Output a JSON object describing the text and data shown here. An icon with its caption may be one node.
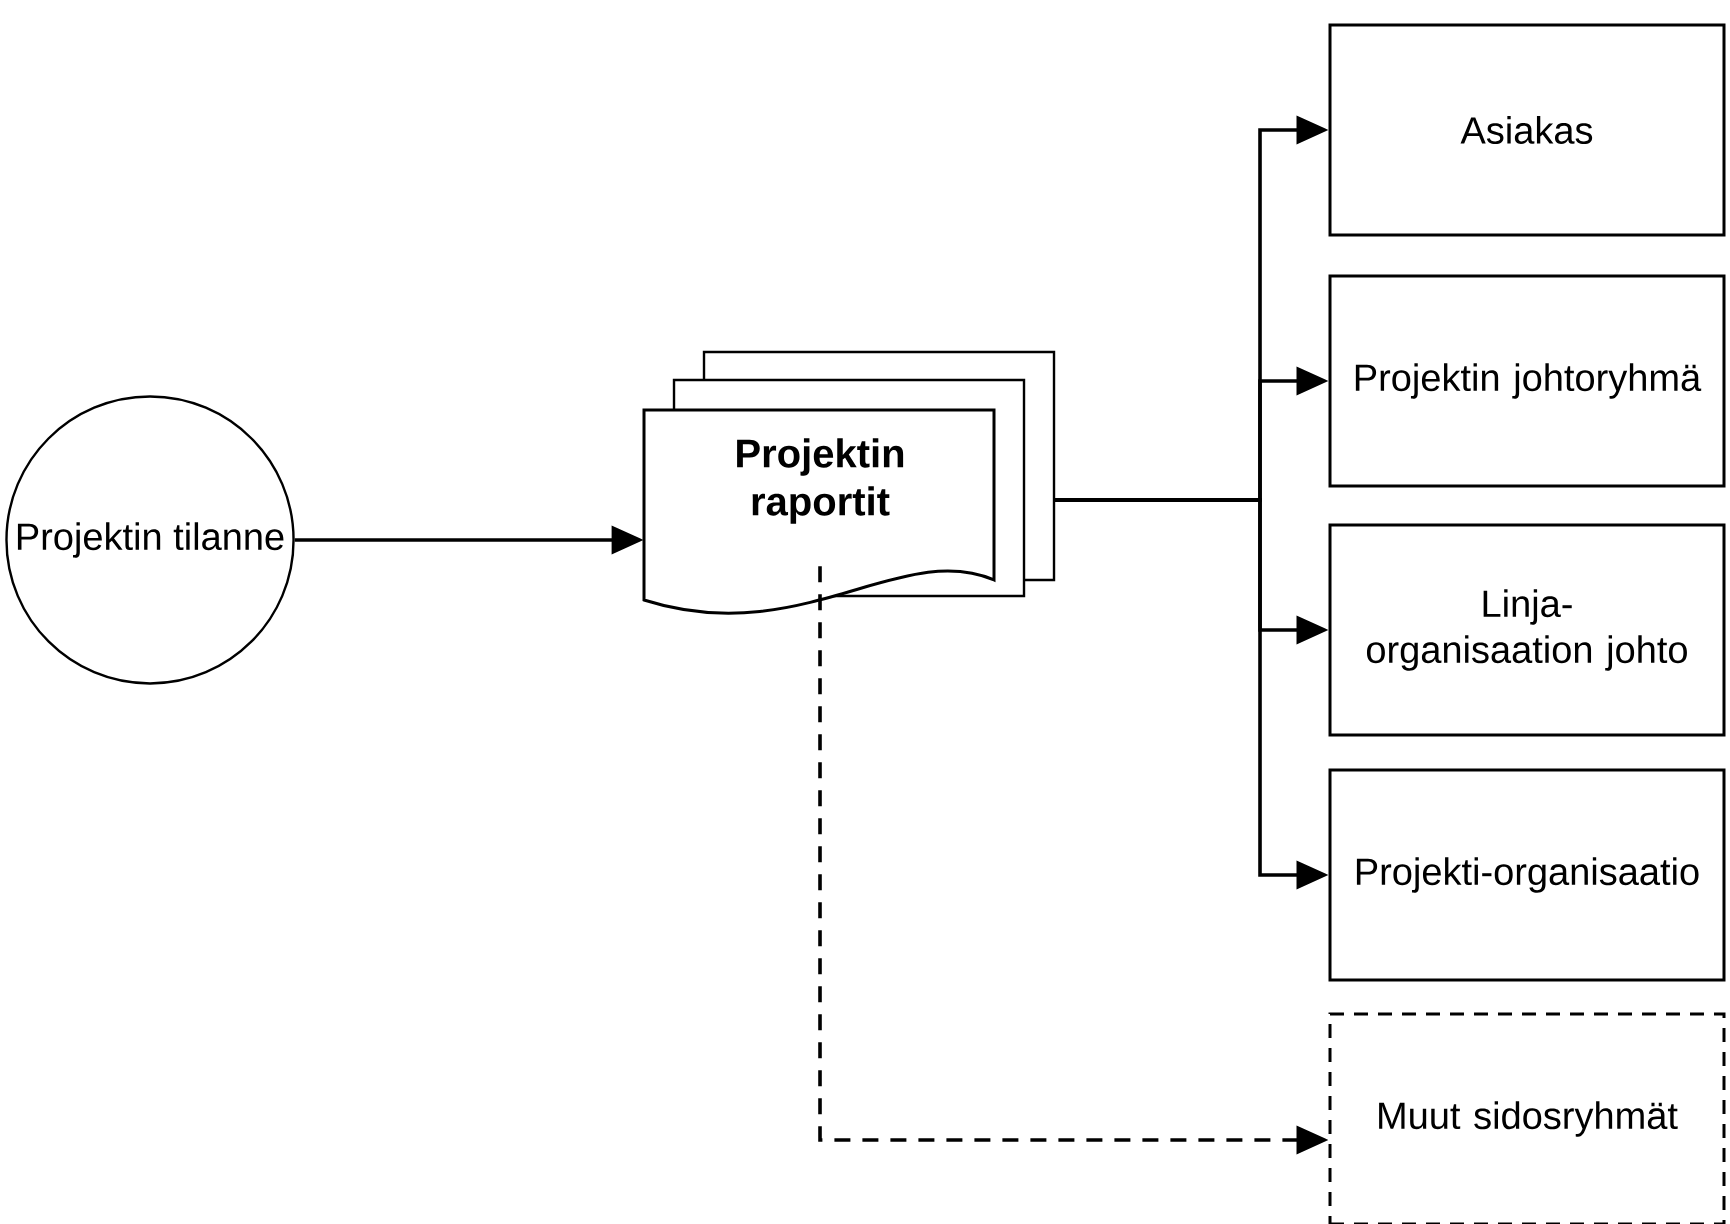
{
  "diagram": {
    "nodes": [
      {
        "text": [
          "Projektin tilanne"
        ]
      },
      {
        "text": [
          "Projektin raportit"
        ]
      },
      {
        "text": [
          "Asiakas"
        ]
      },
      {
        "text": [
          "Projektin johtoryhmä"
        ]
      },
      {
        "text": [
          "Linja-organisaation johto"
        ]
      },
      {
        "text": [
          "Projekti-organisaatio"
        ]
      },
      {
        "text": [
          "Muut sidosryhmät"
        ]
      }
    ],
    "edges": [
      {
        "from": 0,
        "to": 1,
        "arrow": "to"
      },
      {
        "from": 1,
        "to": 2,
        "arrow": "to"
      },
      {
        "from": 1,
        "to": 3,
        "arrow": "to"
      },
      {
        "from": 1,
        "to": 4,
        "arrow": "to"
      },
      {
        "from": 1,
        "to": 5,
        "arrow": "to"
      },
      {
        "from": 1,
        "to": 6,
        "arrow": "to",
        "style": "dashed"
      }
    ]
  }
}
